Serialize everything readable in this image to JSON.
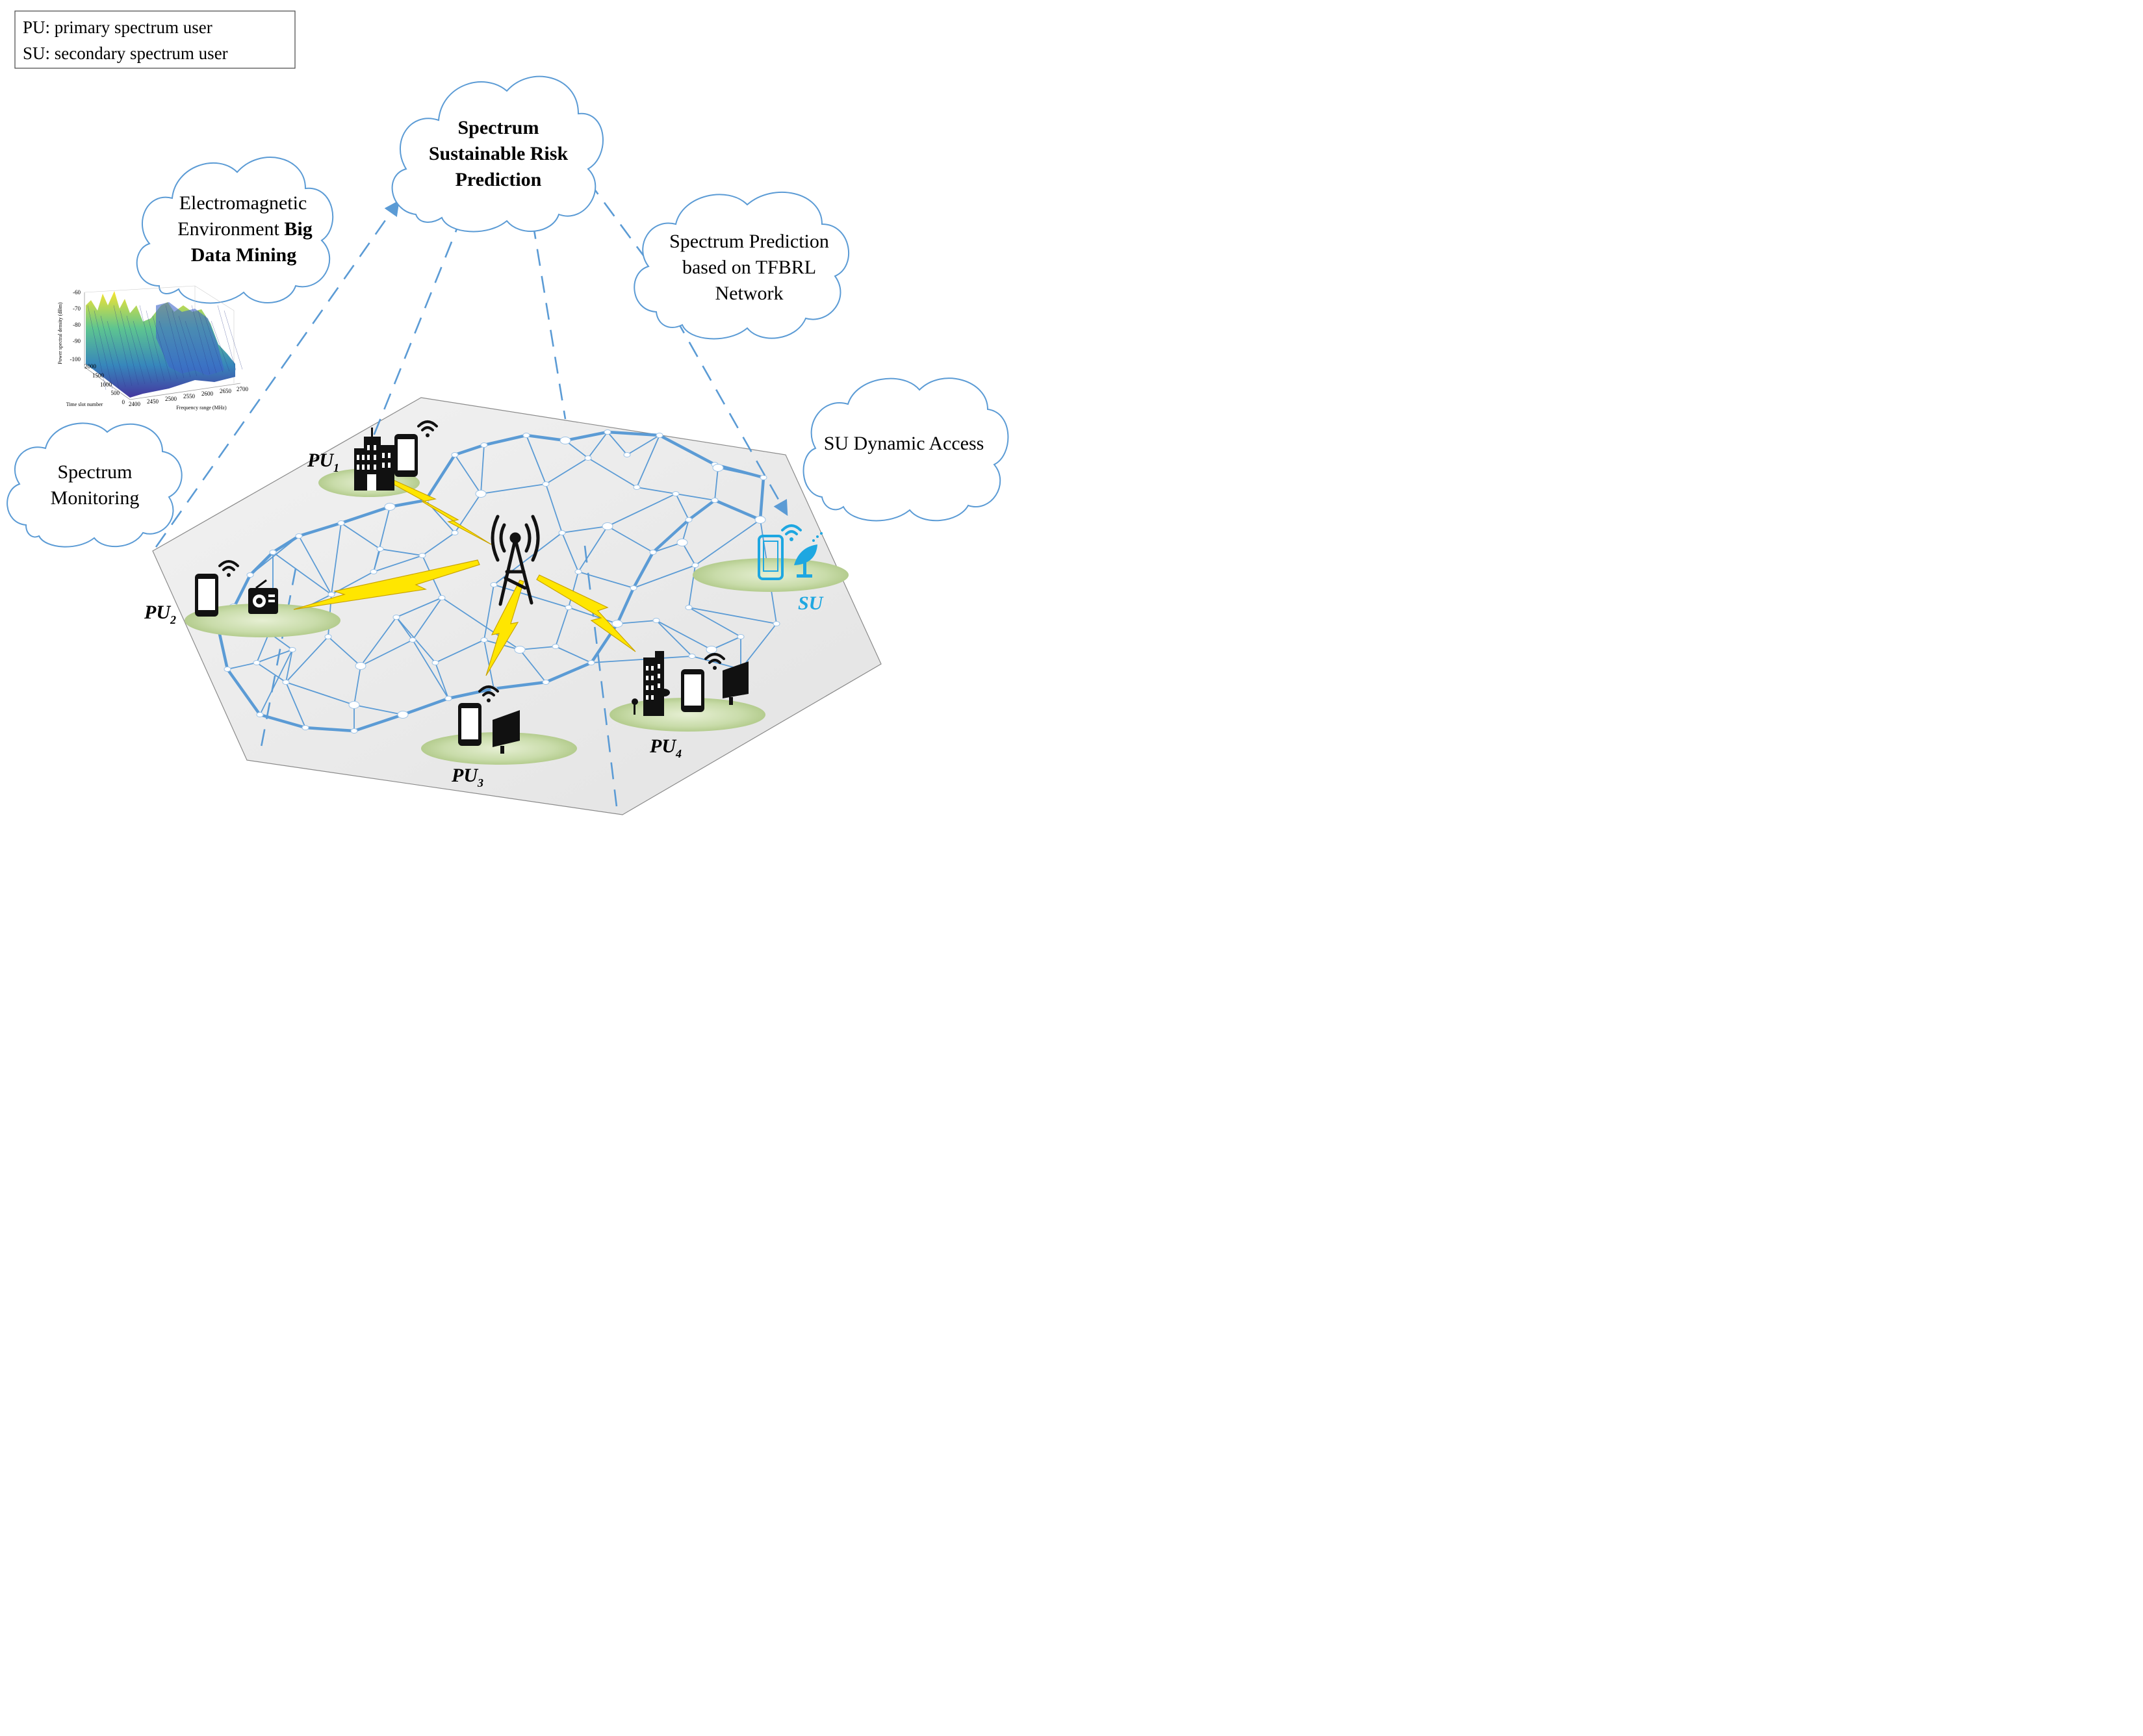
{
  "legend": {
    "line1": "PU: primary spectrum user",
    "line2": "SU: secondary spectrum user"
  },
  "clouds": {
    "risk": {
      "line1": "Spectrum",
      "line2": "Sustainable Risk",
      "line3": "Prediction"
    },
    "bigdata": {
      "line1": "Electromagnetic",
      "line2_plain": "Environment ",
      "line2_bold": "Big",
      "line3": "Data Mining"
    },
    "tfbrl": {
      "line1": "Spectrum Prediction",
      "line2": "based on TFBRL",
      "line3": "Network"
    },
    "monitoring": {
      "line1": "Spectrum",
      "line2": "Monitoring"
    },
    "access": {
      "line1": "SU Dynamic Access"
    }
  },
  "users": {
    "pu1": {
      "base": "PU",
      "sub": "1"
    },
    "pu2": {
      "base": "PU",
      "sub": "2"
    },
    "pu3": {
      "base": "PU",
      "sub": "3"
    },
    "pu4": {
      "base": "PU",
      "sub": "4"
    },
    "su": {
      "label": "SU"
    }
  },
  "inset_chart": {
    "zlabel": "Power spectral density (dBm)",
    "xlabel": "Frequency range (MHz)",
    "ylabel": "Time slot number",
    "zticks": [
      "-60",
      "-70",
      "-80",
      "-90",
      "-100"
    ],
    "xticks": [
      "2400",
      "2450",
      "2500",
      "2550",
      "2600",
      "2650",
      "2700"
    ],
    "yticks": [
      "2000",
      "1500",
      "1000",
      "500",
      "0"
    ]
  },
  "colors": {
    "network": "#5b9bd5",
    "arrow": "#5b9bd5",
    "lightning": "#ffe600",
    "su": "#1ea7e1",
    "ellipse": "#c5d9a4"
  },
  "icons": [
    "building-icon",
    "phone-icon",
    "wifi-icon",
    "radio-icon",
    "monitor-icon",
    "tower-icon",
    "satellite-dish-icon",
    "office-icon"
  ]
}
